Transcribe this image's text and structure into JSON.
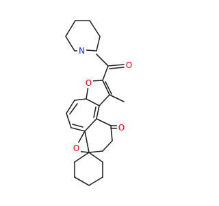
{
  "colors": {
    "bond": "#222222",
    "oxygen": "#e00000",
    "nitrogen": "#2030c8",
    "background": "#ffffff"
  },
  "atoms": {
    "carbonyl_O_amide": "O",
    "piperidine_N": "N",
    "furan_O": "O",
    "pyran_O": "O",
    "ketone_O": "O"
  }
}
